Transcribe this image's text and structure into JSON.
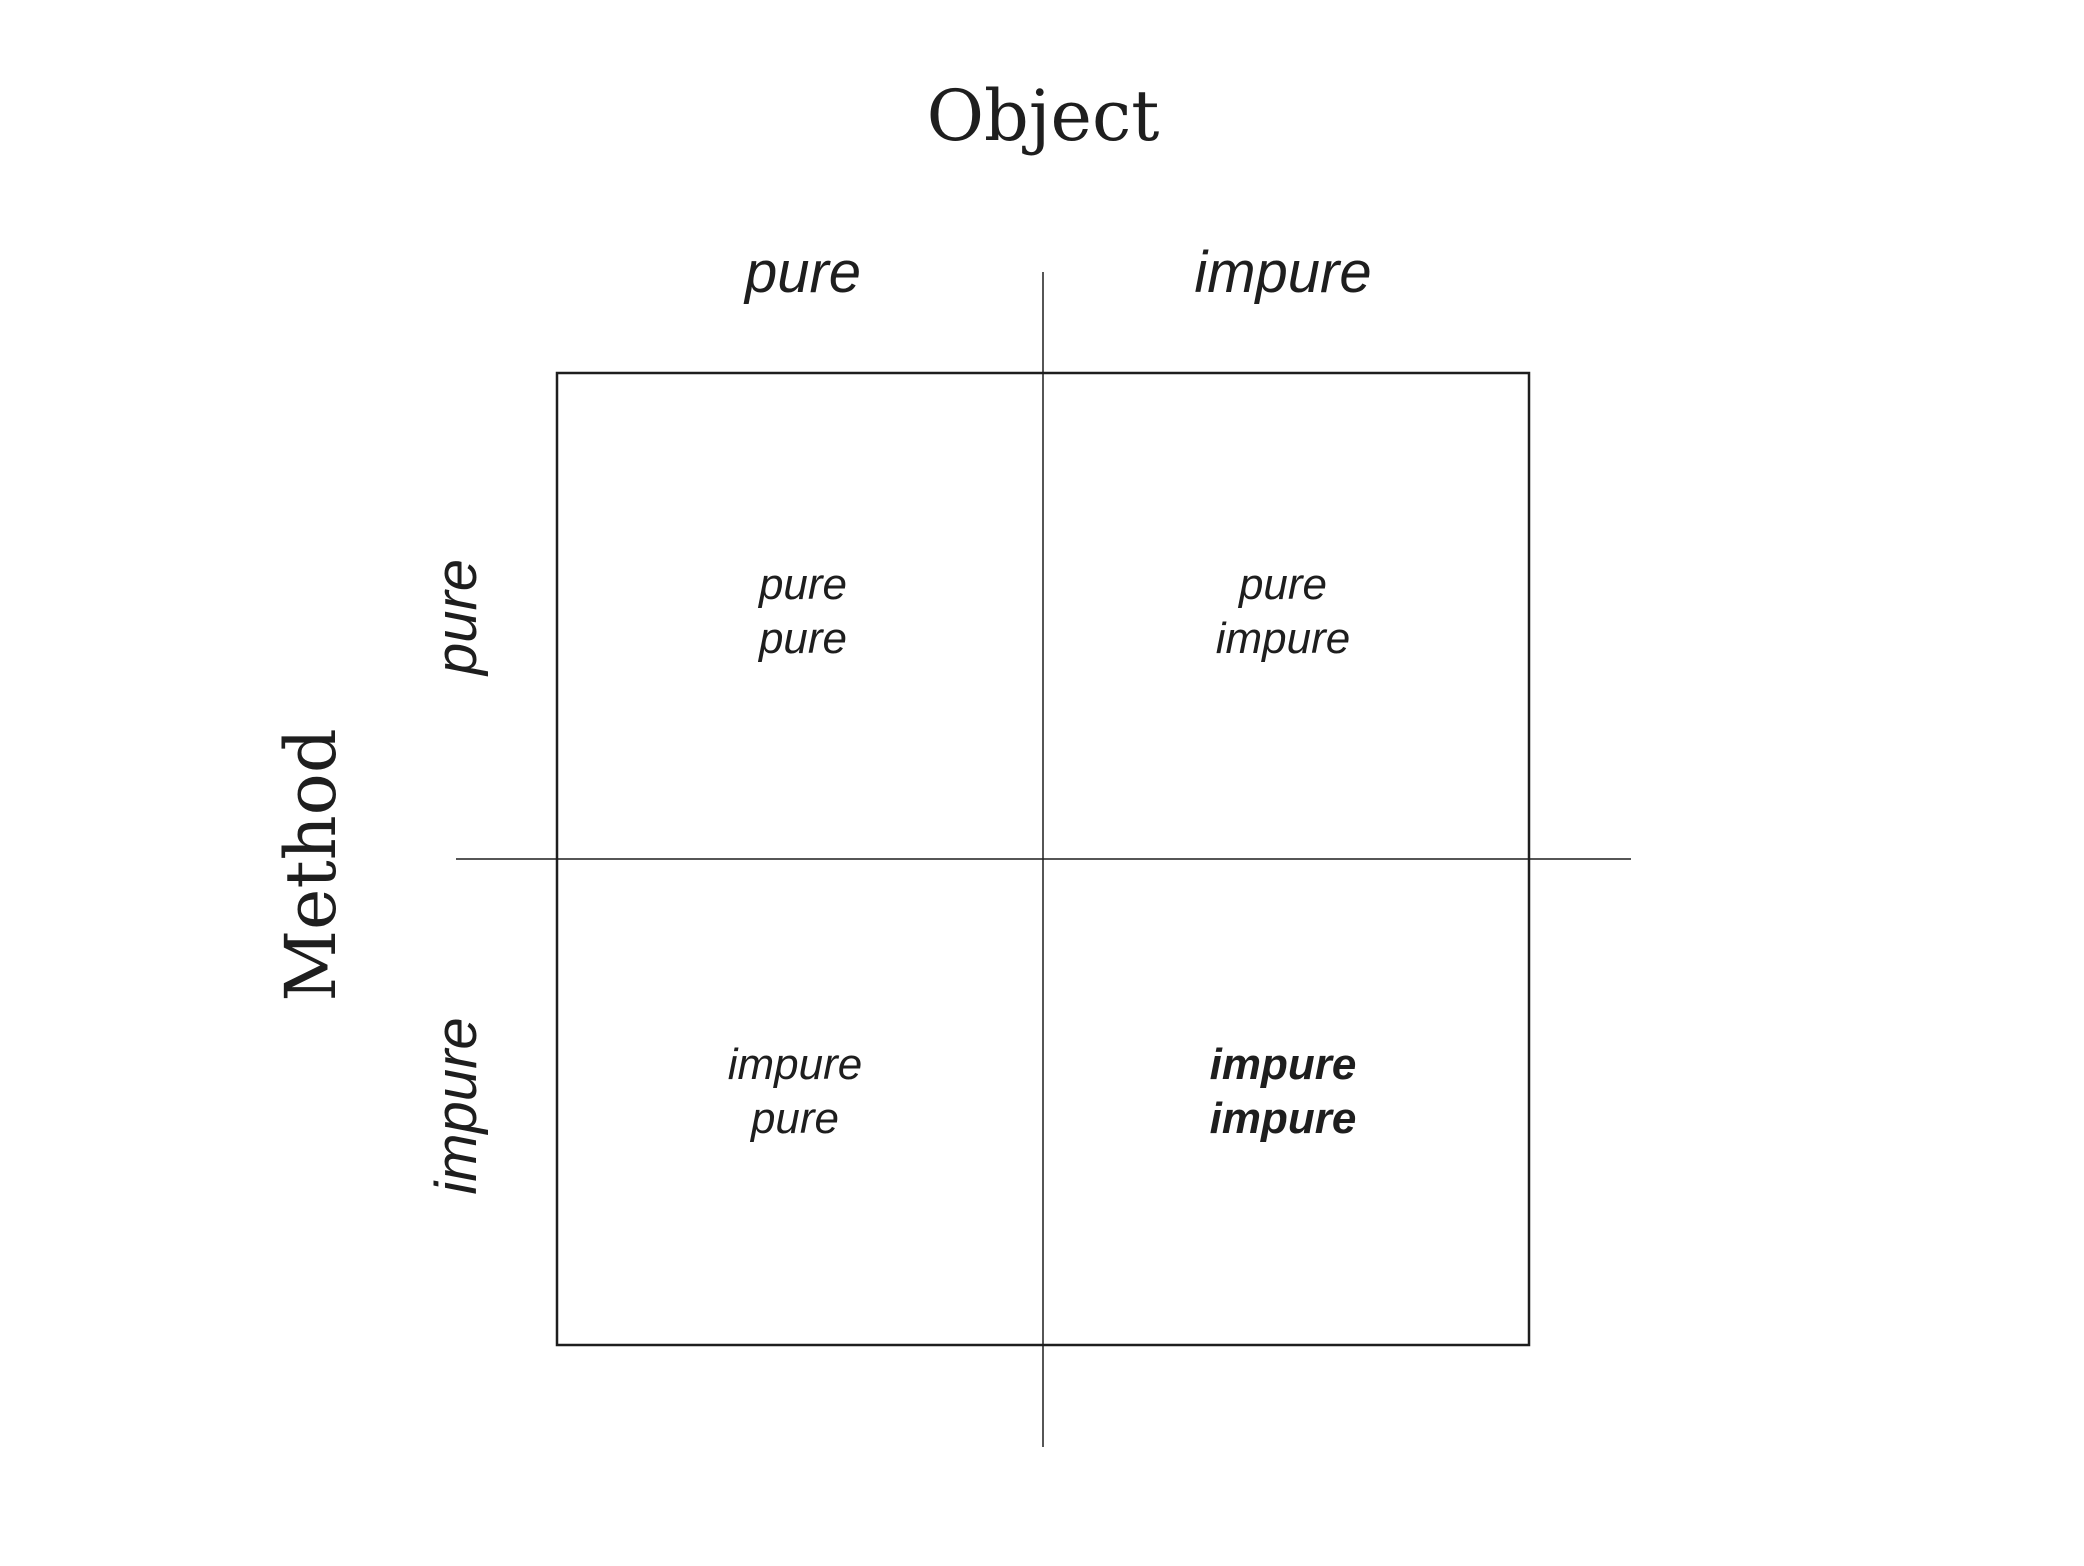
{
  "diagram": {
    "object_title": "Object",
    "method_title": "Method",
    "columns": [
      "pure",
      "impure"
    ],
    "rows": [
      "pure",
      "impure"
    ],
    "cells": {
      "pure_pure": {
        "line1": "pure",
        "line2": "pure",
        "emphasis": false
      },
      "pure_impure": {
        "line1": "pure",
        "line2": "impure",
        "emphasis": false
      },
      "impure_pure": {
        "line1": "impure",
        "line2": "pure",
        "emphasis": false
      },
      "impure_impure": {
        "line1": "impure",
        "line2": "impure",
        "emphasis": true
      }
    },
    "colors": {
      "ink": "#1e1e1e",
      "background": "#ffffff"
    }
  }
}
